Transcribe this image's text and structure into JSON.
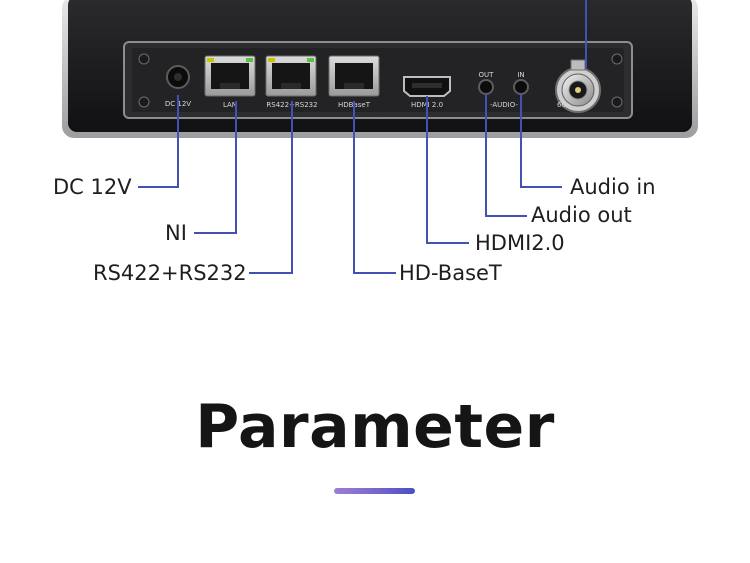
{
  "ports": {
    "dc": "DC 12V",
    "lan": "LAN",
    "rs": "RS422+RS232",
    "hdbaset": "HDBaseT",
    "hdmi": "HDMI 2.0",
    "out": "OUT",
    "in": "IN",
    "audio": "-AUDIO-",
    "sdi": "6G"
  },
  "callouts": {
    "dc": "DC 12V",
    "lan": "NI",
    "rs": "RS422+RS232",
    "hdbaset": "HD-BaseT",
    "hdmi": "HDMI2.0",
    "audio_out": "Audio out",
    "audio_in": "Audio in"
  },
  "section": {
    "title": "Parameter"
  },
  "colors": {
    "leader": "#4350b4",
    "chassis": "#1b1b1d",
    "panel": "#2a2a2c",
    "accent_start": "#9b7fd0",
    "accent_end": "#4a4fc4"
  }
}
